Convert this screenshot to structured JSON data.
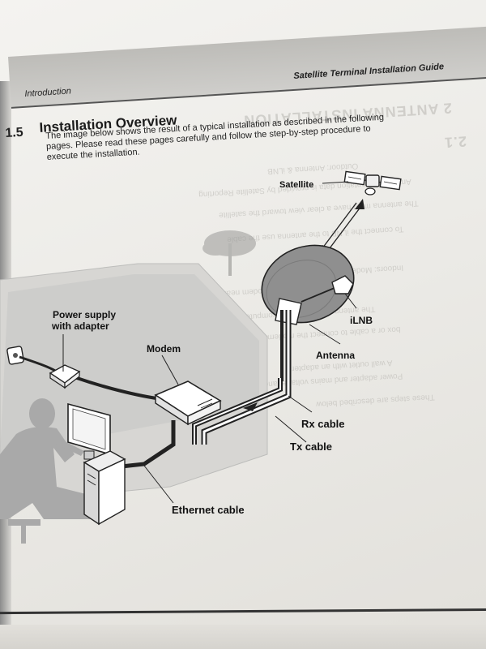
{
  "header": {
    "section_name": "Introduction",
    "guide_title": "Satellite Terminal Installation Guide"
  },
  "section": {
    "number": "1.5",
    "title": "Installation Overview",
    "body_lines": [
      "The image below shows the result of a typical installation as described in the following",
      "pages. Please read these pages carefully and follow the step-by-step procedure to",
      "execute the installation."
    ]
  },
  "diagram_labels": {
    "satellite": "Satellite",
    "power_supply_line1": "Power supply",
    "power_supply_line2": "with adapter",
    "modem": "Modem",
    "ilnb": "iLNB",
    "antenna": "Antenna",
    "rx_cable": "Rx cable",
    "tx_cable": "Tx cable",
    "ethernet_cable": "Ethernet cable"
  },
  "show_through": {
    "heading": "2 ANTENNA INSTALLATION",
    "heading_number": "2.1",
    "lines": [
      "Outdoor: Antenna & iLNB",
      "Antenna. Orientation data is provided by Satellite Reporting",
      "The antenna must have a clear view toward the satellite",
      "To connect the iLNB to the antenna use the cable",
      "Indoors: Modem & computer",
      "Put the Modem near the computer",
      "The antenna cable and the computer",
      "box or a cable to connect the modem",
      "A wall outlet with an adapter",
      "Power adapter and mains voltage range",
      "These steps are described below"
    ]
  },
  "colors": {
    "page": "#efeeea",
    "header_band": "#c4c3bf",
    "text": "#1b1b1b",
    "person_silhouette": "#a9a9a9",
    "wall_shade": "#cfcfcf",
    "dish": "#8f8f8f"
  }
}
